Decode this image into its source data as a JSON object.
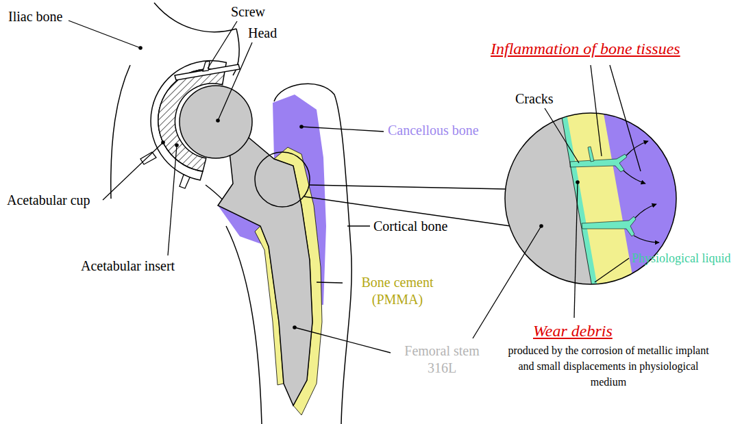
{
  "diagram": {
    "labels": [
      "Iliac bone",
      "Screw",
      "Head",
      "Acetabular cup",
      "Acetabular insert",
      "Cancellous bone",
      "Cortical bone",
      "Bone cement (PMMA)",
      "Femoral stem 316L",
      "Inflammation of bone tissues",
      "Cracks",
      "Physiological liquid",
      "Wear debris",
      "produced by the corrosion of metallic implant and small displacements in physiological medium"
    ]
  }
}
